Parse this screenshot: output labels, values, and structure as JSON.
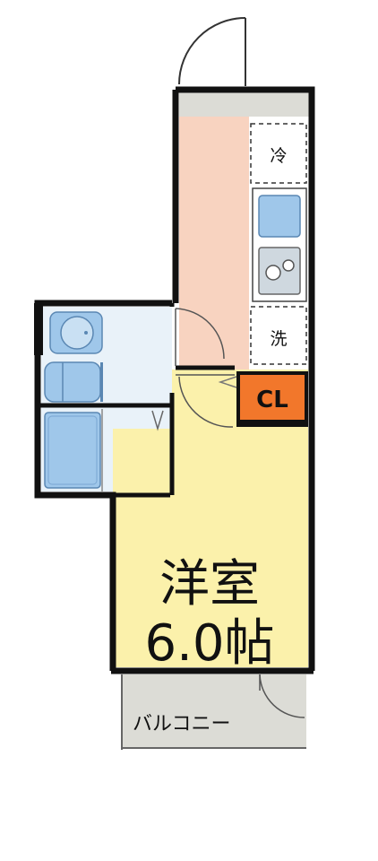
{
  "labels": {
    "fridge": "冷",
    "washer": "洗",
    "closet": "CL",
    "room_name": "洋室",
    "room_size": "6.0帖",
    "balcony": "バルコニー"
  },
  "colors": {
    "wall": "#111111",
    "kitchen_floor": "#f8d3c0",
    "room_floor": "#fbf1ab",
    "bath_floor": "#e9f2f9",
    "fixture_blue": "#9fc7ea",
    "fixture_stroke": "#5a87b3",
    "sink_gray": "#cfd8df",
    "closet": "#f2772b",
    "balcony": "#dcdcd6",
    "entrance": "#dcdcd6"
  }
}
